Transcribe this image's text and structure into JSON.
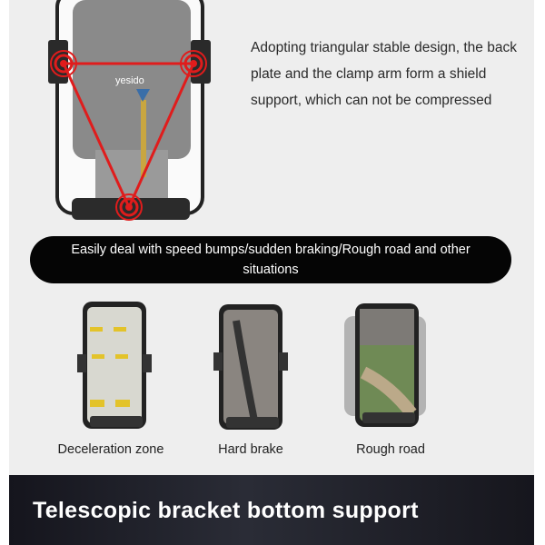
{
  "brand_logo": "yesido",
  "description": "Adopting triangular stable design, the back plate and the clamp arm form a shield support, which can not be compressed",
  "banner": "Easily deal with speed bumps/sudden braking/Rough road and other situations",
  "scenarios": [
    {
      "label": "Deceleration zone"
    },
    {
      "label": "Hard brake"
    },
    {
      "label": "Rough road"
    }
  ],
  "footer_title": "Telescopic bracket bottom support",
  "colors": {
    "accent_red": "#e01c1c",
    "panel": "#eeeeee",
    "dark": "#1c1d25"
  }
}
